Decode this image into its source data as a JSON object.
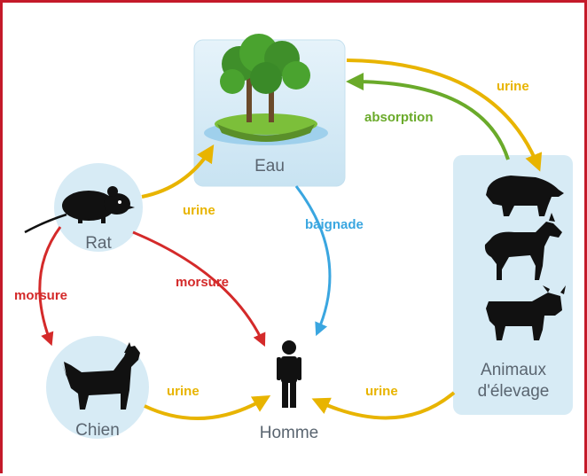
{
  "nodes": {
    "eau": {
      "label": "Eau"
    },
    "rat": {
      "label": "Rat"
    },
    "chien": {
      "label": "Chien"
    },
    "homme": {
      "label": "Homme"
    },
    "animaux": {
      "label_line1": "Animaux",
      "label_line2": "d'élevage"
    }
  },
  "edges": {
    "urine_eau_animaux": "urine",
    "absorption": "absorption",
    "urine_rat_eau": "urine",
    "baignade": "baignade",
    "morsure_rat_chien": "morsure",
    "morsure_rat_homme": "morsure",
    "urine_chien_homme": "urine",
    "urine_animaux_homme": "urine"
  },
  "colors": {
    "urine": "#e8b400",
    "absorption": "#6aaa2a",
    "baignade": "#3aa6e0",
    "morsure": "#d42a2a",
    "node_fill": "#d7ebf5",
    "frame": "#c41a2a"
  }
}
